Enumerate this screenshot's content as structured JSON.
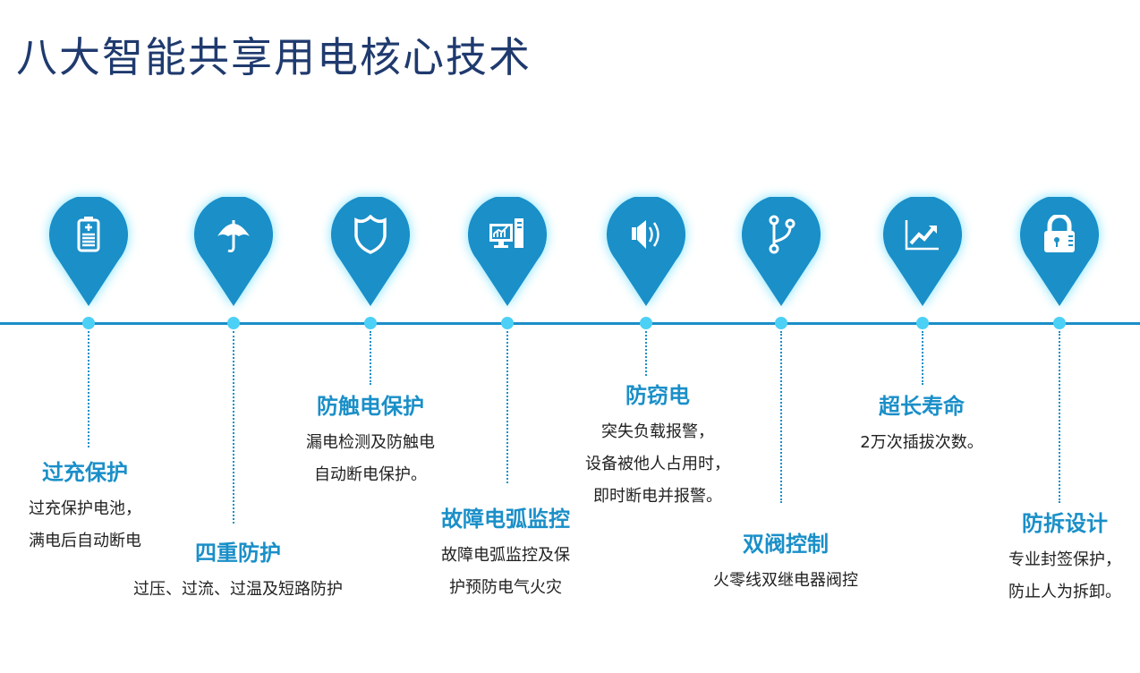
{
  "title": "八大智能共享用电核心技术",
  "colors": {
    "accent": "#1a8fc8",
    "dot": "#4dd0f5",
    "title": "#1f3a6e"
  },
  "items": [
    {
      "icon": "battery-icon",
      "title": "过充保护",
      "desc": [
        "过充保护电池，",
        "满电后自动断电"
      ]
    },
    {
      "icon": "umbrella-icon",
      "title": "四重防护",
      "desc": [
        "过压、过流、过温及短路防护"
      ]
    },
    {
      "icon": "shield-icon",
      "title": "防触电保护",
      "desc": [
        "漏电检测及防触电",
        "自动断电保护。"
      ]
    },
    {
      "icon": "computer-chart-icon",
      "title": "故障电弧监控",
      "desc": [
        "故障电弧监控及保",
        "护预防电气火灾"
      ]
    },
    {
      "icon": "speaker-icon",
      "title": "防窃电",
      "desc": [
        "突失负载报警，",
        "设备被他人占用时，",
        "即时断电并报警。"
      ]
    },
    {
      "icon": "branch-icon",
      "title": "双阀控制",
      "desc": [
        "火零线双继电器阀控"
      ]
    },
    {
      "icon": "trend-up-icon",
      "title": "超长寿命",
      "desc": [
        "2万次插拔次数。"
      ]
    },
    {
      "icon": "lock-icon",
      "title": "防拆设计",
      "desc": [
        "专业封签保护，",
        "防止人为拆卸。"
      ]
    }
  ]
}
